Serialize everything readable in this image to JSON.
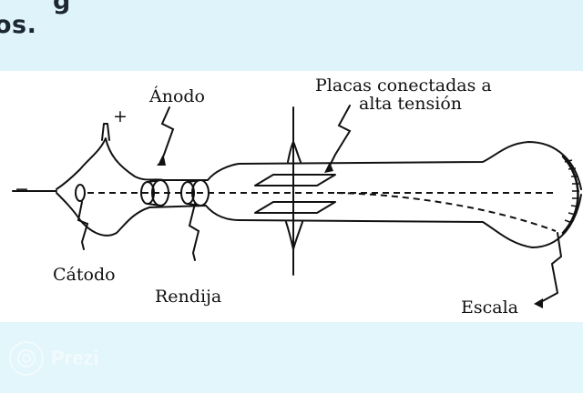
{
  "header": {
    "text_fragment_top": "g",
    "text_fragment_left": "os."
  },
  "diagram": {
    "labels": {
      "plus": "+",
      "minus": "−",
      "anode": "Ánodo",
      "cathode": "Cátodo",
      "slit": "Rendija",
      "plates_line1": "Placas conectadas a",
      "plates_line2": "alta tensión",
      "scale": "Escala"
    }
  },
  "watermark": {
    "brand": "Prezi",
    "icon": "prezi-logo-icon"
  },
  "colors": {
    "top_band": "#dff4fa",
    "bottom_band": "#e3f6fb",
    "diagram_bg": "#ffffff",
    "ink": "#111111",
    "heading": "#1c2733"
  }
}
